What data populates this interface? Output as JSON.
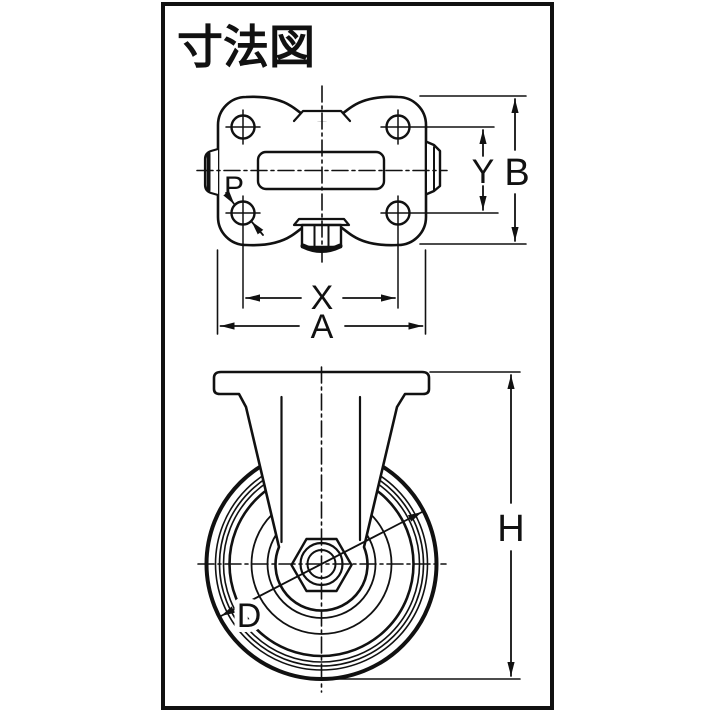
{
  "title": "寸法図",
  "colors": {
    "ink": "#111111",
    "background": "#ffffff"
  },
  "top_view": {
    "label_p": "P",
    "label_y": "Y",
    "label_b": "B",
    "label_x": "X",
    "label_a": "A"
  },
  "front_view": {
    "label_d": "D",
    "label_h": "H"
  }
}
